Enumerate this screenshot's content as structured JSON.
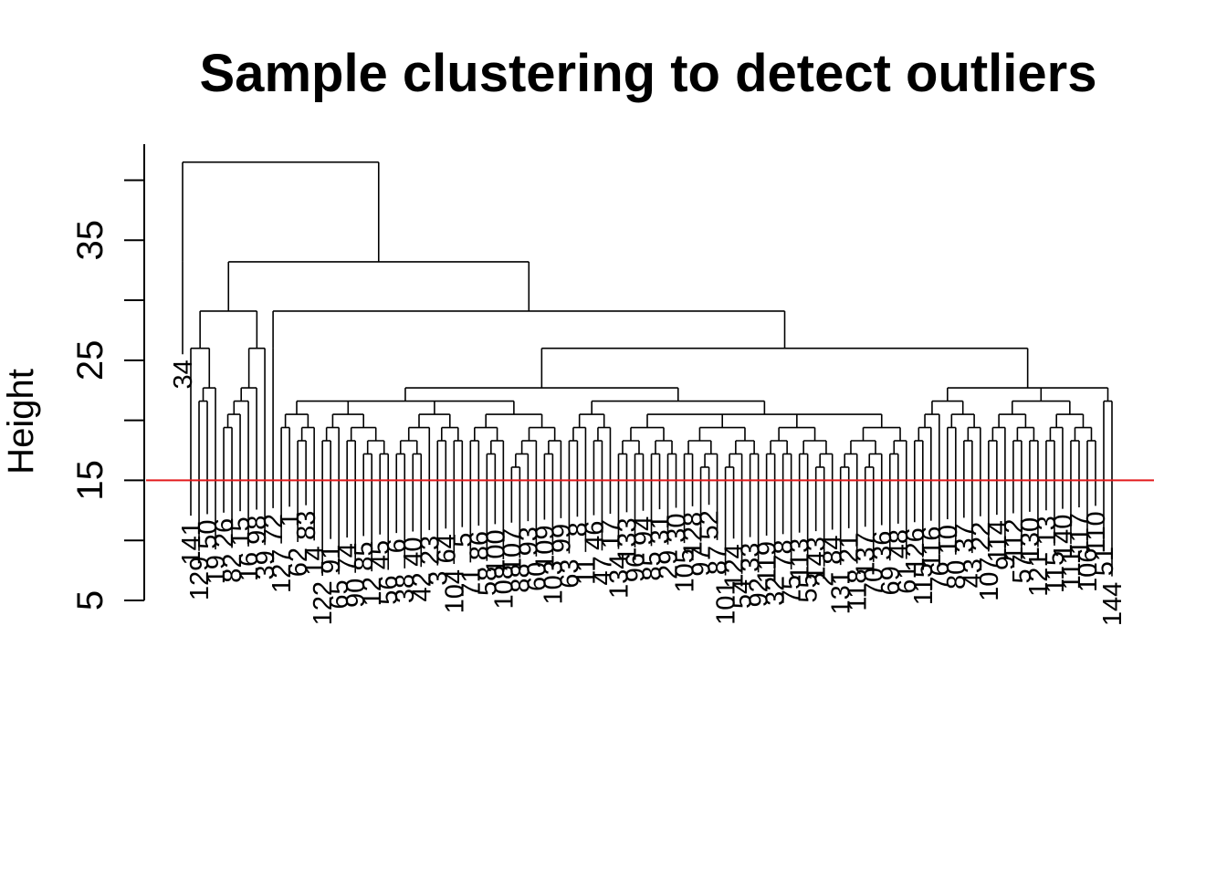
{
  "chart_data": {
    "type": "dendrogram",
    "title": "Sample clustering to detect outliers",
    "xlabel": "",
    "ylabel": "Height",
    "ylim": [
      5,
      43
    ],
    "yticks": [
      5,
      15,
      25,
      35
    ],
    "cut_height": 15,
    "colors": {
      "tree": "#000000",
      "cut_line": "#e31a1c"
    },
    "tree": [
      [
        34
      ],
      [
        [
          [
            141,
            [
              [
                129,
                50
              ],
              19
            ]
          ],
          [
            [
              [
                [
                  [
                    26,
                    82
                  ],
                  15
                ],
                16
              ],
              98
            ],
            39
          ]
        ],
        [
          [
            72
          ],
          [
            [
              [
                [
                  [
                    127,
                    1
                  ],
                  [
                    [
                      62,
                      83
                    ],
                    14
                  ]
                ],
                [
                  [
                    [
                      122,
                      91
                    ],
                    65
                  ],
                  [
                    [
                      74,
                      90
                    ],
                    [
                      [
                        85,
                        12
                      ],
                      [
                        45,
                        56
                      ]
                    ]
                  ]
                ],
                [
                  [
                    [
                      [
                        6,
                        38
                      ],
                      [
                        40,
                        42
                      ]
                    ],
                    23
                  ],
                  [
                    [
                      3,
                      64
                    ],
                    [
                      104,
                      5
                    ]
                  ]
                ],
                [
                  [
                    [
                      71,
                      86
                    ],
                    [
                      [
                        58,
                        100
                      ],
                      108
                    ]
                  ],
                  [
                    [
                      [
                        [
                          107,
                          88
                        ],
                        93
                      ],
                      60
                    ],
                    [
                      [
                        109,
                        103
                      ],
                      99
                    ]
                  ]
                ]
              ],
              [
                [
                  [
                    [
                      63,
                      8
                    ],
                    11
                  ],
                  [
                    [
                      46,
                      47
                    ],
                    17
                  ]
                ],
                [
                  [
                    [
                      [
                        134,
                        133
                      ],
                      [
                        96,
                        94
                      ]
                    ],
                    [
                      [
                        85,
                        31
                      ],
                      [
                        29,
                        30
                      ]
                    ]
                  ],
                  [
                    [
                      [
                        105,
                        128
                      ],
                      [
                        [
                          97,
                          52
                        ],
                        87
                      ]
                    ],
                    [
                      [
                        [
                          101,
                          124
                        ],
                        54
                      ],
                      [
                        33,
                        92
                      ]
                    ]
                  ],
                  [
                    [
                      [
                        119,
                        32
                      ],
                      [
                        78,
                        75
                      ]
                    ],
                    [
                      [
                        113,
                        55
                      ],
                      [
                        [
                          143,
                          2
                        ],
                        84
                      ]
                    ]
                  ],
                  [
                    [
                      [
                        [
                          131,
                          21
                        ],
                        118
                      ],
                      [
                        [
                          137,
                          70
                        ],
                        36
                      ]
                    ],
                    [
                      [
                        69,
                        48
                      ],
                      61
                    ]
                  ]
                ]
              ]
            ],
            [
              [
                [
                  [
                    [
                      126,
                      115
                    ],
                    116
                  ],
                  76
                ],
                [
                  [
                    10,
                    80
                  ],
                  [
                    [
                      37,
                      43
                    ],
                    22
                  ]
                ]
              ],
              [
                [
                  [
                    [
                      107,
                      114
                    ],
                    9
                  ],
                  [
                    [
                      112,
                      57
                    ],
                    [
                      130,
                      121
                    ]
                  ]
                ],
                [
                  [
                    [
                      13,
                      115
                    ],
                    140
                  ],
                  [
                    [
                      111,
                      117
                    ],
                    [
                      106,
                      110
                    ]
                  ]
                ]
              ],
              [
                51,
                144
              ]
            ]
          ]
        ]
      ]
    ]
  }
}
